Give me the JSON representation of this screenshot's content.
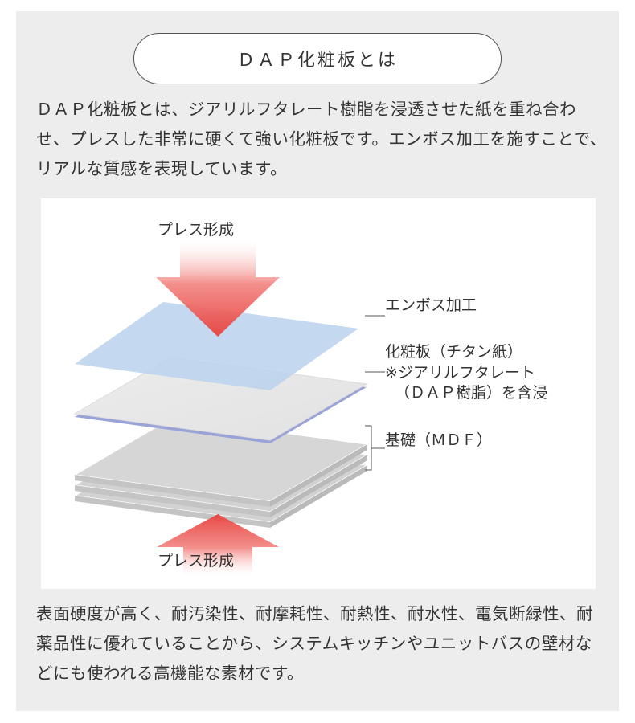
{
  "title": "ＤＡＰ化粧板とは",
  "intro": "ＤＡＰ化粧板とは、ジアリルフタレート樹脂を浸透させた紙を重ね合わせ、プレスした非常に硬くて強い化粧板です。エンボス加工を施すことで、リアルな質感を表現しています。",
  "diagram": {
    "press_top": "プレス形成",
    "press_bottom": "プレス形成",
    "label_emboss": "エンボス加工",
    "label_board": "化粧板（チタン紙）",
    "label_board_note_1": "※ジアリルフタレート",
    "label_board_note_2": "（ＤＡＰ樹脂）を含浸",
    "label_mdf": "基礎（ＭＤＦ）",
    "colors": {
      "arrow_red": "#e8413e",
      "emboss_blue": "#bcd3ee",
      "board_gray": "#e8e8e8",
      "mdf_gray": "#d5d5d5"
    }
  },
  "outro": "表面硬度が高く、耐汚染性、耐摩耗性、耐熱性、耐水性、電気断緑性、耐薬品性に優れていることから、システムキッチンやユニットバスの壁材などにも使われる高機能な素材です。"
}
